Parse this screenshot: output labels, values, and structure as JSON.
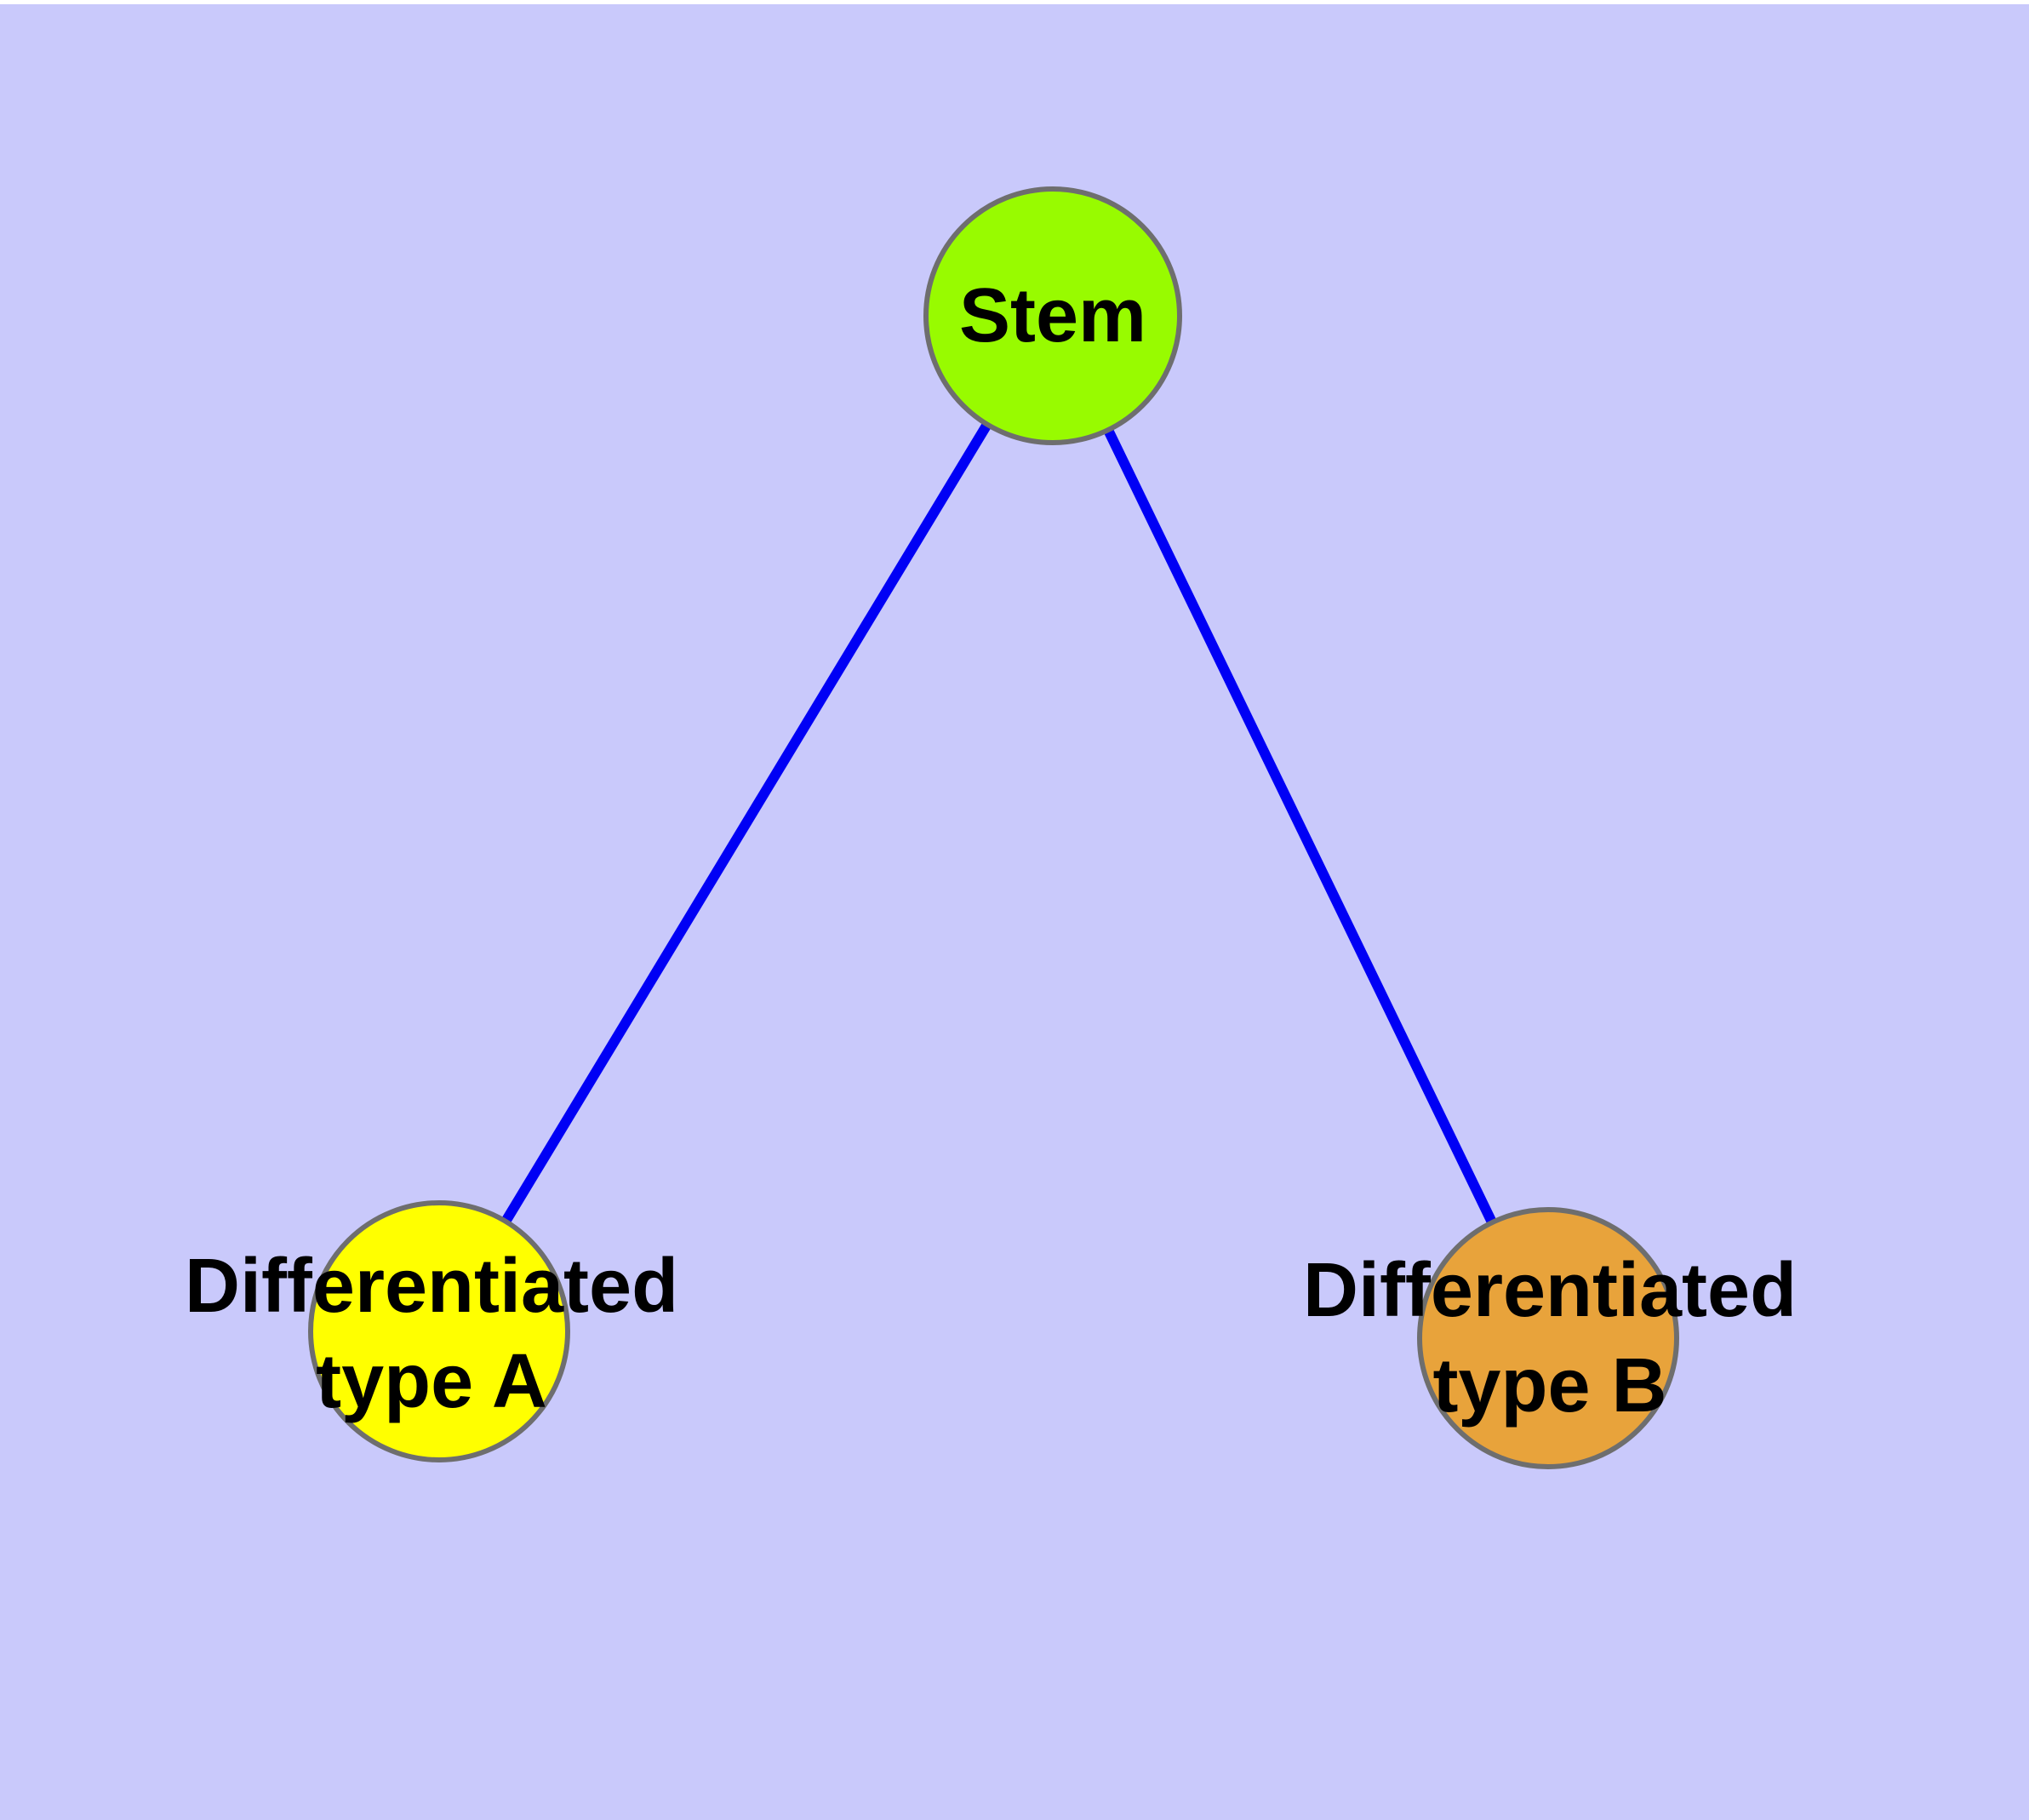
{
  "canvas": {
    "background": "#C9C9FB",
    "top_strip": "#FFFFFF"
  },
  "edges": {
    "color": "#0000F5",
    "items": [
      {
        "from": "stem",
        "to": "differentiated-type-a"
      },
      {
        "from": "stem",
        "to": "differentiated-type-b"
      }
    ]
  },
  "nodes": {
    "border_color": "#6E6E6E",
    "stem": {
      "label": "Stem",
      "fill": "#98FB00"
    },
    "type_a": {
      "label": "Differentiated\ntype A",
      "fill": "#FFFF00"
    },
    "type_b": {
      "label": "Differentiated\ntype B",
      "fill": "#E8A33B"
    }
  }
}
